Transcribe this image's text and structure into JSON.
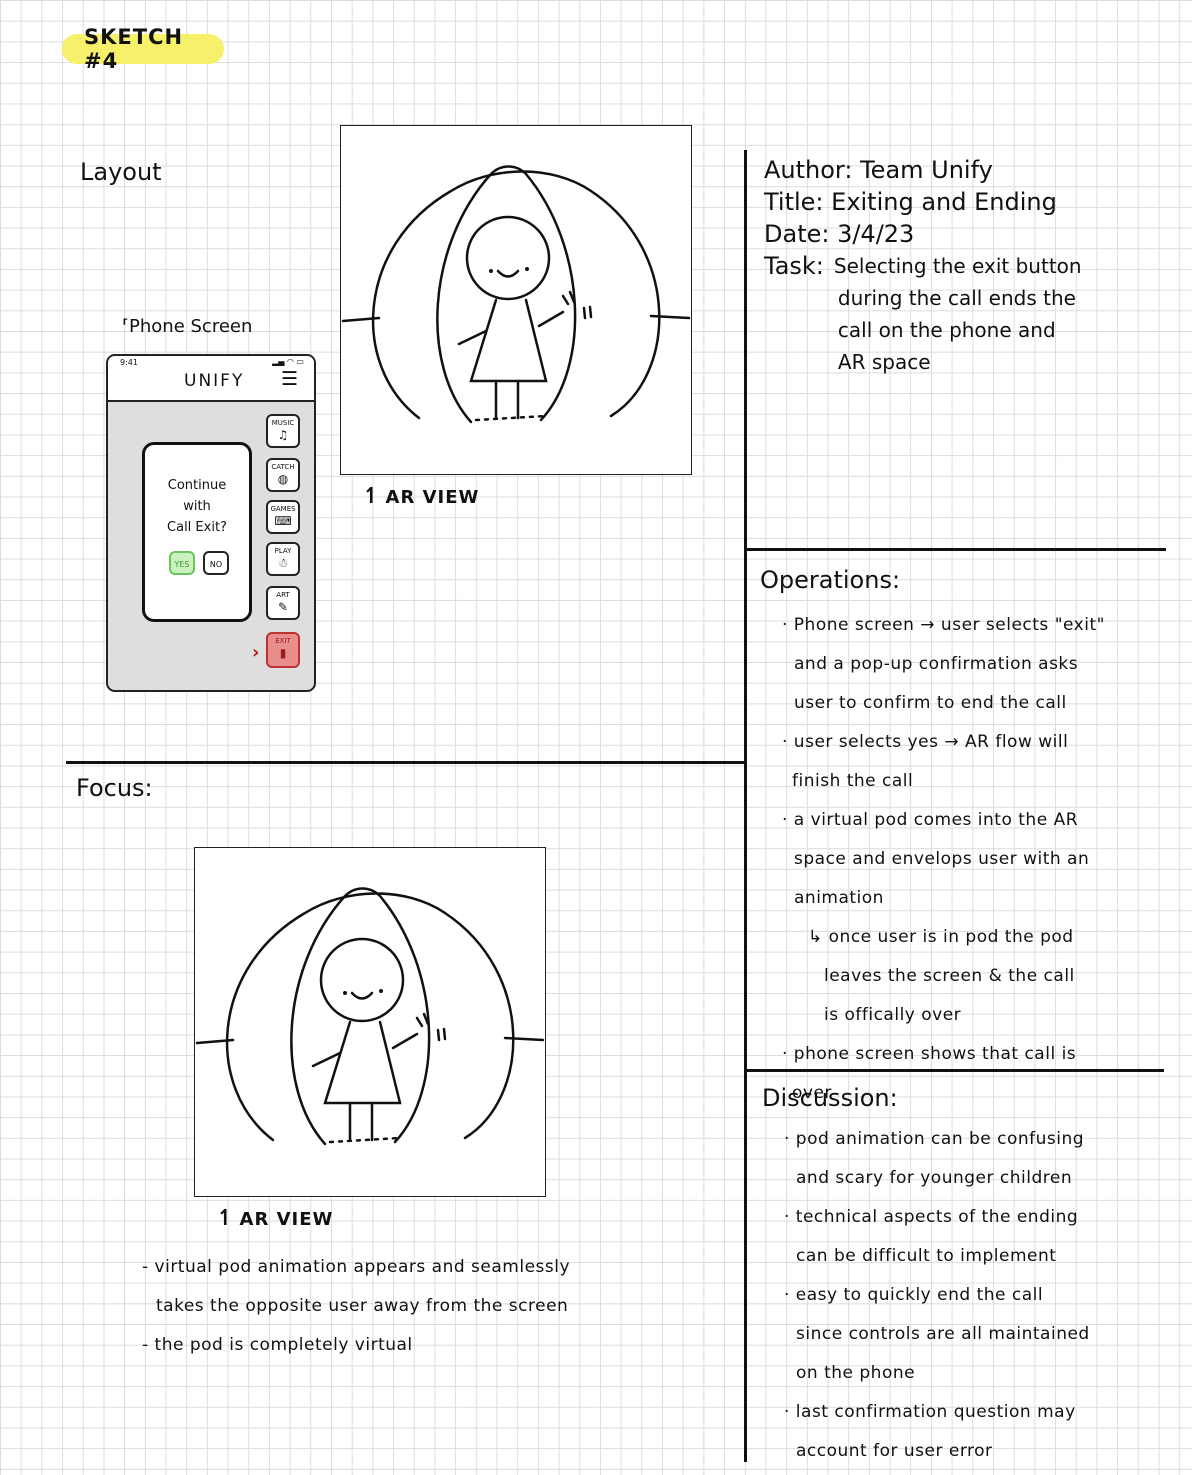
{
  "header": {
    "sketch_label": "SKETCH #4"
  },
  "layout": {
    "title": "Layout",
    "phone_label": "Phone Screen",
    "ar_caption": "AR VIEW",
    "phone": {
      "time": "9:41",
      "app_title": "UNIFY",
      "dialog_lines": [
        "Continue",
        "with",
        "Call Exit?"
      ],
      "yes_label": "YES",
      "no_label": "NO",
      "side_buttons": [
        "MUSIC",
        "CATCH",
        "GAMES",
        "PLAY",
        "ART",
        "EXIT"
      ]
    }
  },
  "info": {
    "author": "Author: Team Unify",
    "title": "Title: Exiting and Ending",
    "date": "Date: 3/4/23",
    "task_label": "Task:",
    "task_lines": [
      "Selecting the exit button",
      "during the call ends the",
      "call on the phone and",
      "AR space"
    ]
  },
  "operations": {
    "title": "Operations:",
    "items": [
      "· Phone screen → user selects \"exit\"",
      "and a pop-up confirmation asks",
      "user to confirm to end the call",
      "· user selects yes → AR flow will",
      "finish the call",
      "· a virtual pod comes into the AR",
      "space and envelops user with an",
      "animation",
      "↳ once user is in pod the pod",
      "leaves the screen & the call",
      "is offically over",
      "· phone screen shows that call is",
      "over"
    ]
  },
  "focus": {
    "title": "Focus:",
    "ar_caption": "AR VIEW",
    "notes": [
      "- virtual pod animation appears and seamlessly",
      "takes the opposite user away from the screen",
      "- the pod is completely virtual"
    ]
  },
  "discussion": {
    "title": "Discussion:",
    "items": [
      "· pod animation can be confusing",
      "and scary for younger children",
      "· technical aspects of the ending",
      "can be difficult to implement",
      "· easy to quickly end the call",
      "since controls are all maintained",
      "on the phone",
      "· last confirmation question may",
      "account for user error"
    ]
  }
}
